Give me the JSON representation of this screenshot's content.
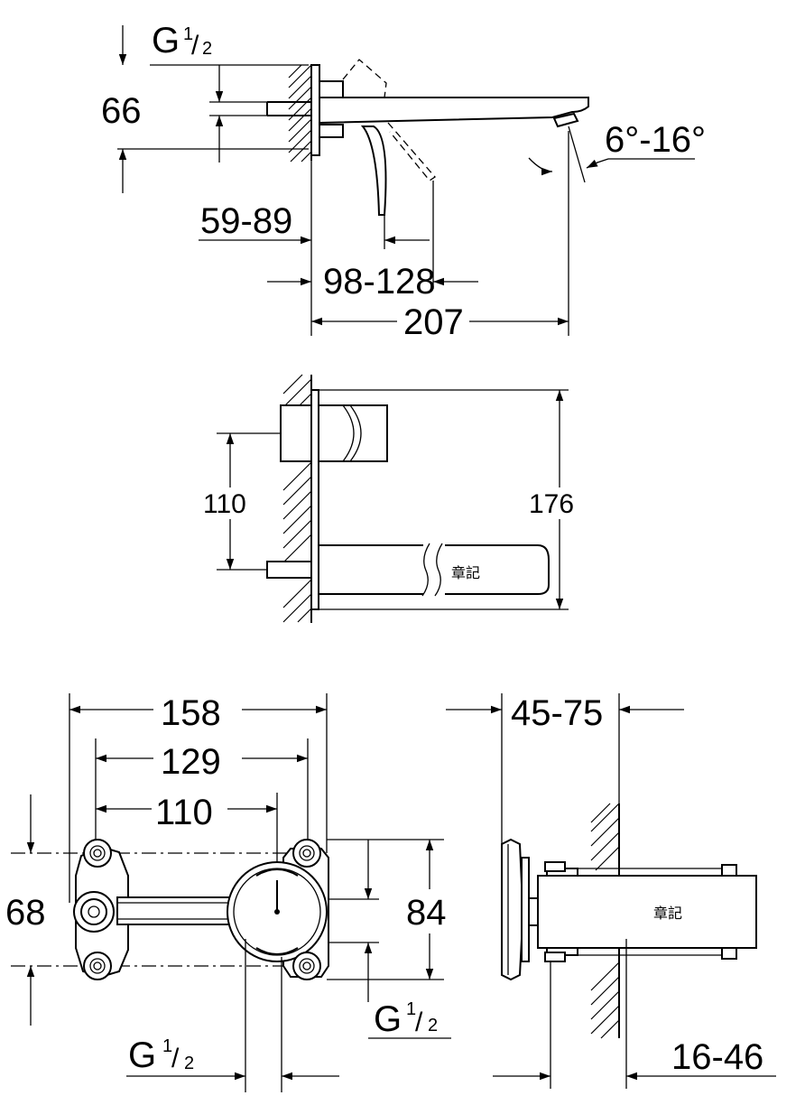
{
  "dimensions": {
    "top_view": {
      "thread_top": {
        "g": "G",
        "num": "1",
        "den": "2"
      },
      "pipe_spacing": "66",
      "wall_depth": "59-89",
      "handle_reach": "98-128",
      "spout_length": "207",
      "spout_angle": "6°-16°"
    },
    "front_view": {
      "spout_height": "110",
      "plate_height": "176",
      "stamp": "章記"
    },
    "box_front": {
      "width_outer": "158",
      "width_mid": "129",
      "width_inner": "110",
      "height_left": "68",
      "height_right": "84",
      "thread_bottom_left": {
        "g": "G",
        "num": "1",
        "den": "2"
      },
      "thread_bottom_right": {
        "g": "G",
        "num": "1",
        "den": "2"
      }
    },
    "box_side": {
      "install_depth": "45-75",
      "cover_depth": "16-46",
      "stamp": "章記"
    }
  }
}
